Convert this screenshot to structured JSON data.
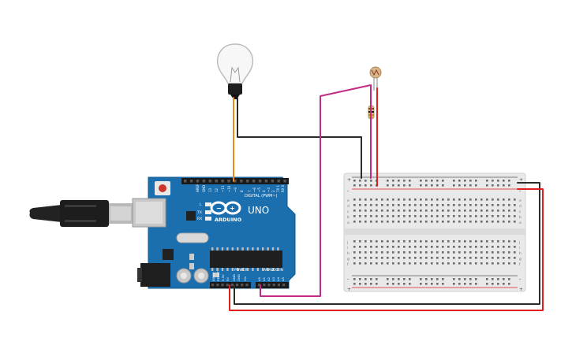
{
  "board": {
    "brand": "ARDUINO",
    "model": "UNO",
    "digital_label": "DIGITAL (PWM~)",
    "power_label": "POWER",
    "analog_label": "ANALOG IN",
    "aref": "AREF",
    "gnd": "GND",
    "pin13": "13",
    "pin12": "12",
    "pin11": "~11",
    "pin10": "~10",
    "pin9": "~9",
    "pin8": "8",
    "pin7": "7",
    "pin6": "~6",
    "pin5": "~5",
    "pin4": "4",
    "pin3": "~3",
    "pin2": "2",
    "pin1": "TX 1",
    "pin0": "RX 0",
    "led_l": "L",
    "led_tx": "TX",
    "led_rx": "RX",
    "ioref": "IOREF",
    "reset": "RESET",
    "v33": "3.3V",
    "v5": "5V",
    "gnd1": "GND",
    "gnd2": "GND",
    "vin": "Vin",
    "a0": "A0",
    "a1": "A1",
    "a2": "A2",
    "a3": "A3",
    "a4": "A4",
    "a5": "A5"
  },
  "breadboard": {
    "plus": "+",
    "minus": "-",
    "rows_top": [
      "a",
      "b",
      "c",
      "d",
      "e"
    ],
    "rows_bottom": [
      "f",
      "g",
      "h",
      "i",
      "j"
    ]
  },
  "colors": {
    "board": "#1b6fae",
    "wire_red": "#e01e1e",
    "wire_black": "#2b2b2b",
    "wire_magenta": "#c42a85",
    "wire_orange": "#f08a17",
    "breadboard": "#e9e9e9"
  }
}
